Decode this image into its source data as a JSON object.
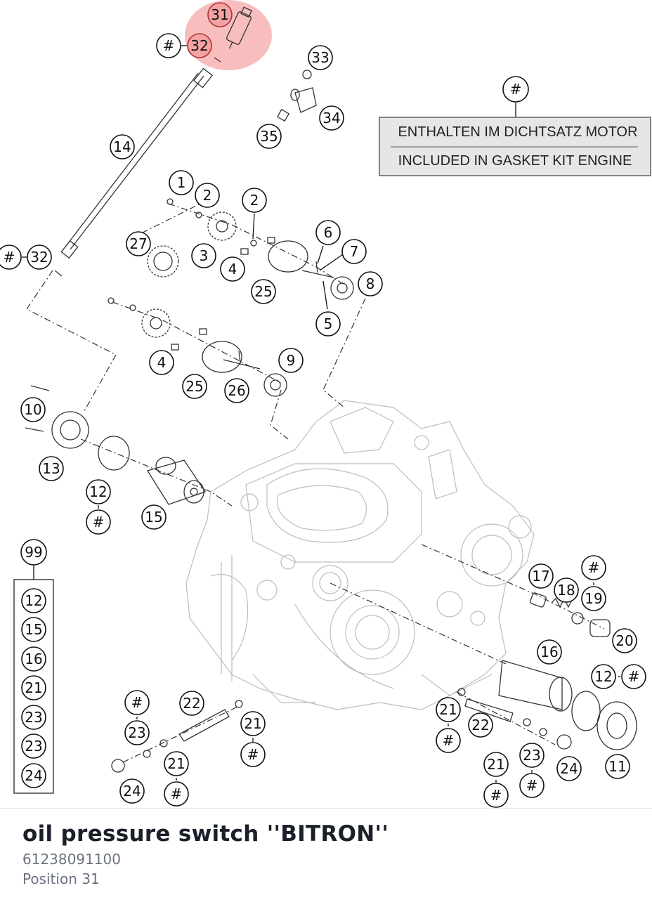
{
  "diagram": {
    "gasket_note": {
      "hash": "#",
      "line_de": "ENTHALTEN IM DICHTSATZ MOTOR",
      "line_en": "INCLUDED IN GASKET KIT ENGINE"
    },
    "kit_label": "99",
    "kit_items": [
      "12",
      "15",
      "16",
      "21",
      "23",
      "23",
      "24"
    ],
    "callouts": {
      "c31": "31",
      "c32a": "32",
      "h32a": "#",
      "c33": "33",
      "c34": "34",
      "c35": "35",
      "c14": "14",
      "c1": "1",
      "c2a": "2",
      "c2b": "2",
      "c27": "27",
      "c3": "3",
      "c4a": "4",
      "c6": "6",
      "c7": "7",
      "c8": "8",
      "c25a": "25",
      "c5": "5",
      "h32b": "#",
      "c32b": "32",
      "c4b": "4",
      "c25b": "25",
      "c26": "26",
      "c9": "9",
      "c10": "10",
      "c13": "13",
      "c12a": "12",
      "h12a": "#",
      "c15": "15",
      "c17": "17",
      "c18": "18",
      "h19": "#",
      "c19": "19",
      "c20": "20",
      "c16": "16",
      "c12b": "12",
      "h12b": "#",
      "h23a": "#",
      "c22a": "22",
      "c23a": "23",
      "c21a": "21",
      "h21a": "#",
      "c21b": "21",
      "h21b": "#",
      "c24a": "24",
      "c21c": "21",
      "h21c": "#",
      "c22b": "22",
      "c21d": "21",
      "h21d": "#",
      "c23b": "23",
      "h23b": "#",
      "c24b": "24",
      "c11": "11"
    }
  },
  "part": {
    "title": "oil pressure switch ''BITRON''",
    "number": "61238091100",
    "position": "Position 31"
  }
}
